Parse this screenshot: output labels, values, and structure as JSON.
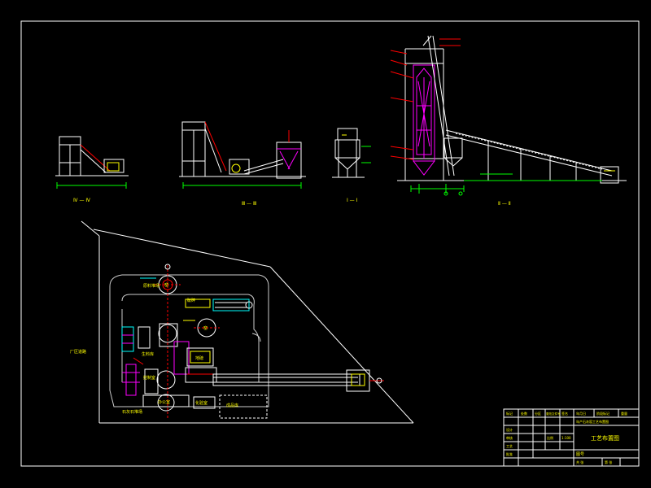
{
  "drawing": {
    "colors": {
      "background": "#000000",
      "frame": "#ffffff",
      "structure": "#ffffff",
      "dimension": "#00ff00",
      "annotation": "#ffff00",
      "leader": "#ff0000",
      "kiln": "#ff00ff",
      "conveyor": "#00ffff",
      "road": "#cccccc"
    },
    "section_labels": {
      "first": "Ⅳ — Ⅳ",
      "second": "Ⅲ — Ⅲ",
      "third": "Ⅰ — Ⅰ",
      "fourth": "Ⅱ — Ⅱ"
    },
    "plan_labels": {
      "road_left": "厂区道路",
      "storage": "原料堆场",
      "kiln_top": "窑",
      "kiln_right": "窑",
      "crusher": "破碎",
      "scale": "地磅",
      "raw_meal": "生料库",
      "control": "控制室",
      "bottom_left": "石灰石堆场",
      "office": "办公室",
      "lab": "化验室",
      "warehouse": "成品库"
    },
    "title_block": {
      "main_title": "工艺布置图",
      "drawing_no_label": "图号",
      "header_cells": [
        "标记",
        "处数",
        "分区",
        "更改文件号",
        "签名",
        "年月日"
      ],
      "row_labels": [
        "设计",
        "审核",
        "工艺",
        "批准"
      ],
      "right_cells": [
        "阶段标记",
        "重量",
        "比例"
      ],
      "scale_value": "1:100",
      "sheet_cells": [
        "共 张",
        "第 张"
      ],
      "project_line": "年产石灰窑工艺布置图"
    }
  }
}
